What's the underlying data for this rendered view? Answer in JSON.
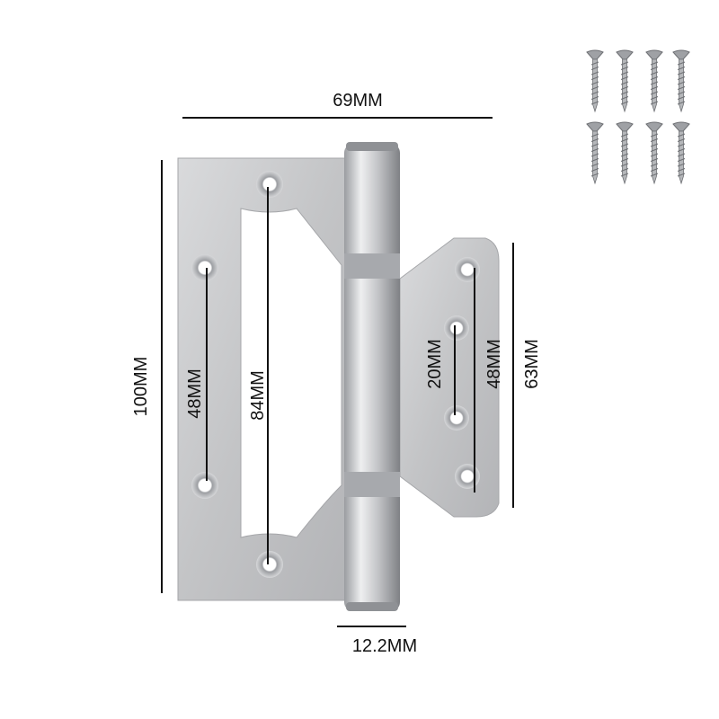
{
  "dimensions": {
    "width": "69MM",
    "height": "100MM",
    "left_holes": "48MM",
    "left_outer_holes": "84MM",
    "right_inner_holes": "20MM",
    "right_outer_holes": "48MM",
    "right_leaf_height": "63MM",
    "knuckle_diameter": "12.2MM"
  },
  "screw_count": 8,
  "colors": {
    "steel": "#c9cacc",
    "steel_dark": "#8e9094",
    "line": "#111111"
  }
}
